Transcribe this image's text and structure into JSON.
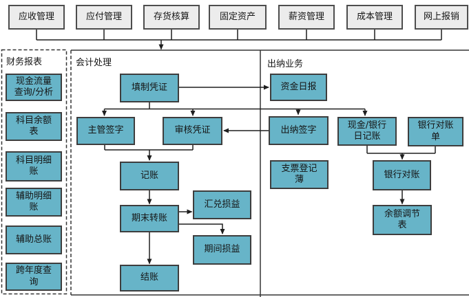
{
  "colors": {
    "node_fill": "#67b4c8",
    "node_border": "#3d3d3d",
    "module_fill": "#ececec",
    "module_border": "#4d4d4d",
    "line": "#1f1f1f",
    "panel_border": "#333333"
  },
  "top_modules": [
    "应收管理",
    "应付管理",
    "存货核算",
    "固定资产",
    "薪资管理",
    "成本管理",
    "网上报销"
  ],
  "panels": {
    "reports": {
      "title": "财务报表",
      "items": [
        "现金流量\n查询/分析",
        "科目余额\n表",
        "科目明细\n账",
        "辅助明细\n账",
        "辅助总账",
        "跨年度查\n询"
      ]
    },
    "accounting": {
      "title": "会计处理",
      "nodes": {
        "fill_voucher": "填制凭证",
        "supervisor_sign": "主管签字",
        "audit_voucher": "审核凭证",
        "bookkeeping": "记账",
        "period_end_transfer": "期末转账",
        "exchange_gain_loss": "汇兑损益",
        "period_gain_loss": "期间损益",
        "closing": "结账"
      }
    },
    "cashier": {
      "title": "出纳业务",
      "nodes": {
        "fund_daily_report": "资金日报",
        "cashier_sign": "出纳签字",
        "cash_bank_journal": "现金/银行\n日记账",
        "bank_statement": "银行对账\n单",
        "check_register": "支票登记\n薄",
        "bank_reconciliation": "银行对账",
        "balance_adjustment_sheet": "余额调节\n表"
      }
    }
  }
}
